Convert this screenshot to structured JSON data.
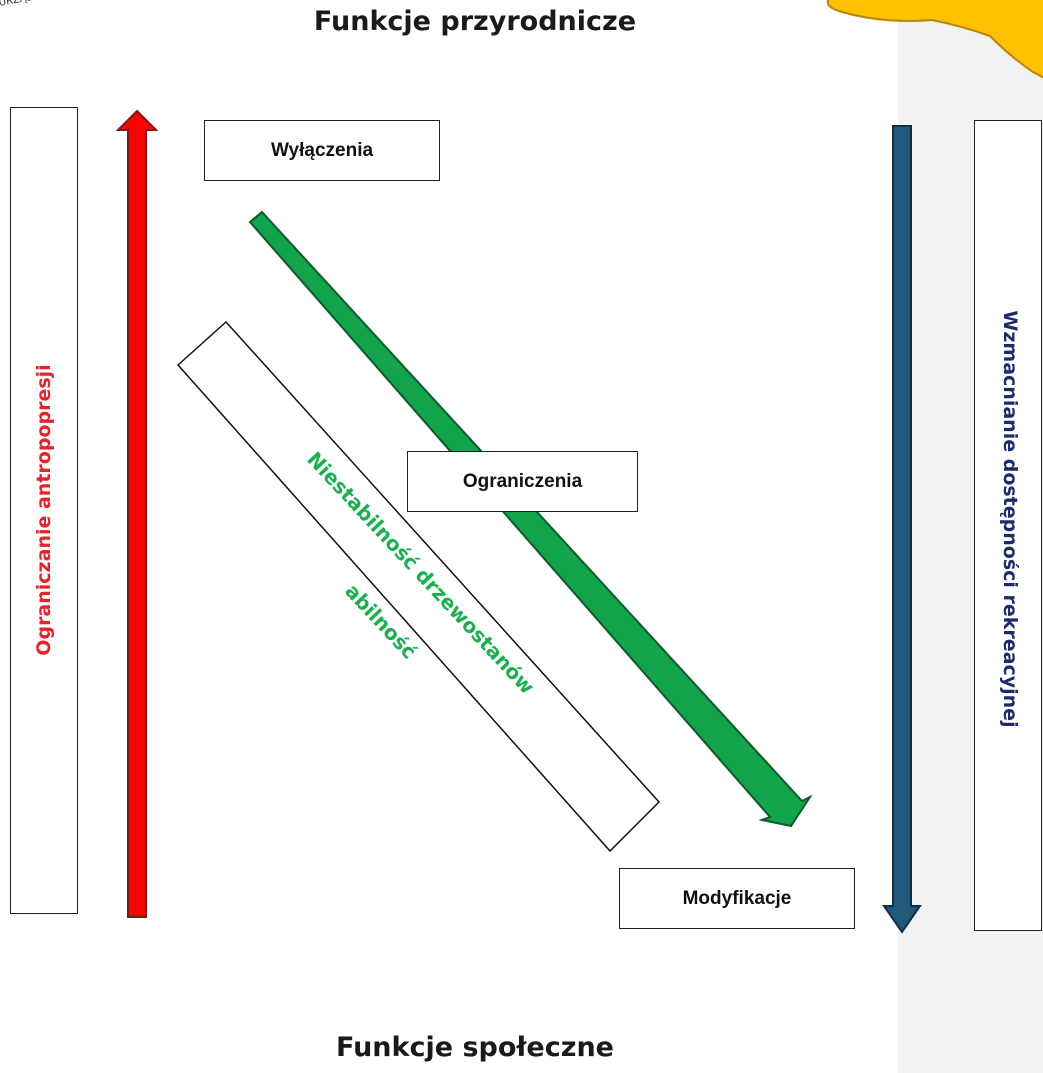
{
  "logo_fragment": "URZĄDZA",
  "title_top": "Funkcje przyrodnicze",
  "title_bottom": "Funkcje społeczne",
  "boxes": {
    "wylaczenia": "Wyłączenia",
    "ograniczenia": "Ograniczenia",
    "modyfikacje": "Modyfikacje"
  },
  "left_label": "Ograniczanie antropopresji",
  "right_label": "Wzmacnianie dostępności rekreacyjnej",
  "diagonal_label_main": "Niestabilność drzewostanów",
  "diagonal_label_fragment": "abilność",
  "colors": {
    "left_arrow": "#ff0000",
    "right_arrow": "#1f5a7a",
    "diagonal_arrow": "#12a44a",
    "left_label": "#e8212b",
    "right_label": "#1f2a6e",
    "diagonal_label": "#19b04f",
    "cloud": "#ffc000"
  }
}
